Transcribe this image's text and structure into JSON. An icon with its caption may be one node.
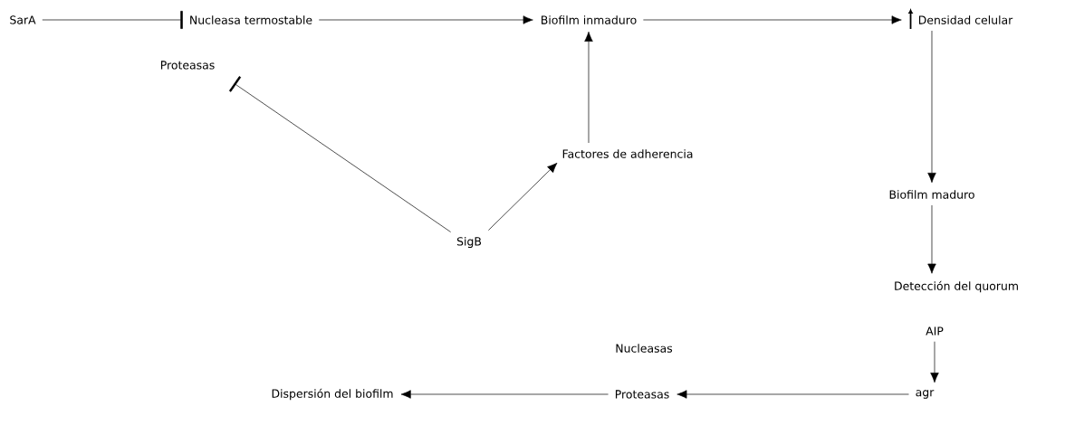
{
  "diagram": {
    "nodes": [
      {
        "text": [
          "SarA"
        ]
      },
      {
        "text": [
          "Nucleasa termostable"
        ]
      },
      {
        "text": [
          "Proteasas"
        ]
      },
      {
        "text": [
          "Biofilm inmaduro"
        ]
      },
      {
        "text": [
          "Densidad celular"
        ]
      },
      {
        "text": [
          "Factores de adherencia"
        ]
      },
      {
        "text": [
          "SigB"
        ]
      },
      {
        "text": [
          "Biofilm maduro"
        ]
      },
      {
        "text": [
          "Detección del quorum"
        ]
      },
      {
        "text": [
          "AIP"
        ]
      },
      {
        "text": [
          "Nucleasas"
        ]
      },
      {
        "text": [
          "Proteasas"
        ]
      },
      {
        "text": [
          "Dispersión del biofilm"
        ]
      },
      {
        "text": [
          "agr"
        ]
      }
    ],
    "edges": [
      {
        "from": 0,
        "to": 1,
        "arrow": "other"
      },
      {
        "from": 1,
        "to": 3,
        "arrow": "to"
      },
      {
        "from": 3,
        "to": 4,
        "arrow": "to"
      },
      {
        "from": 4,
        "to": 7,
        "arrow": "to"
      },
      {
        "from": 7,
        "to": 8,
        "arrow": "to"
      },
      {
        "from": 9,
        "to": 13,
        "arrow": "to"
      },
      {
        "from": 13,
        "to": 11,
        "arrow": "to"
      },
      {
        "from": 11,
        "to": 12,
        "arrow": "to"
      },
      {
        "from": 6,
        "to": 5,
        "arrow": "to"
      },
      {
        "from": 5,
        "to": 3,
        "arrow": "to"
      },
      {
        "from": 6,
        "to": 2,
        "arrow": "other"
      }
    ]
  }
}
